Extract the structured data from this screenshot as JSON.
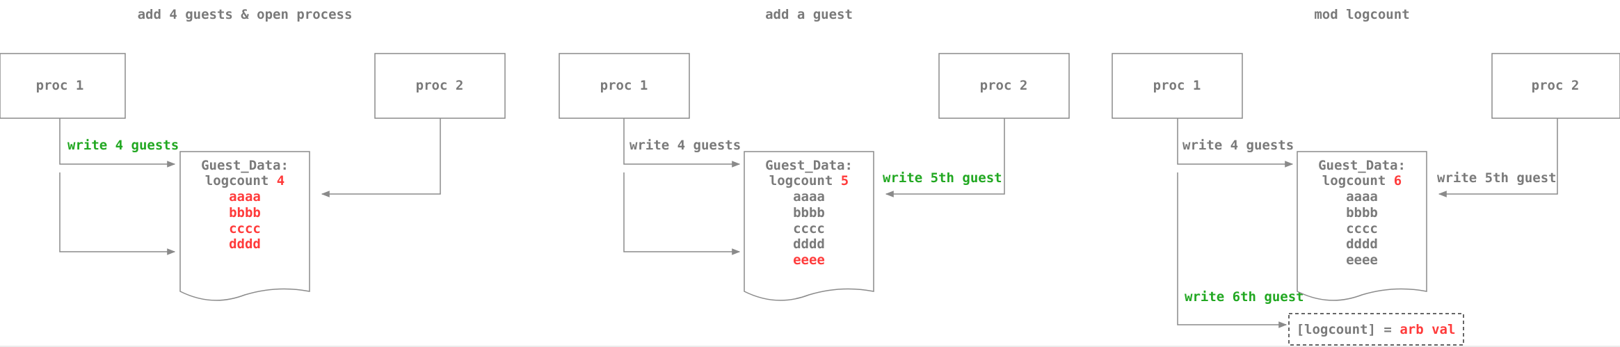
{
  "colors": {
    "gray": "#7a7a7a",
    "green": "#22a822",
    "red": "#ff3b3b",
    "dark": "#333333"
  },
  "panels": [
    {
      "title": "add 4 guests & open process",
      "proc1": "proc 1",
      "proc2": "proc 2",
      "proc1_label": "write 4 guests",
      "proc1_label_color": "green",
      "proc2_label": "",
      "doc_title": "Guest_Data:",
      "logcount_prefix": "logcount ",
      "logcount_value": "4",
      "guests": [
        {
          "text": "aaaa",
          "color": "red"
        },
        {
          "text": "bbbb",
          "color": "red"
        },
        {
          "text": "cccc",
          "color": "red"
        },
        {
          "text": "dddd",
          "color": "red"
        }
      ]
    },
    {
      "title": "add a guest",
      "proc1": "proc 1",
      "proc2": "proc 2",
      "proc1_label": "write 4 guests",
      "proc1_label_color": "gray",
      "proc2_label": "write 5th guest",
      "proc2_label_color": "green",
      "doc_title": "Guest_Data:",
      "logcount_prefix": "logcount ",
      "logcount_value": "5",
      "guests": [
        {
          "text": "aaaa",
          "color": "gray"
        },
        {
          "text": "bbbb",
          "color": "gray"
        },
        {
          "text": "cccc",
          "color": "gray"
        },
        {
          "text": "dddd",
          "color": "gray"
        },
        {
          "text": "eeee",
          "color": "red"
        }
      ]
    },
    {
      "title": "mod logcount",
      "proc1": "proc 1",
      "proc2": "proc 2",
      "proc1_label": "write 4 guests",
      "proc1_label_color": "gray",
      "proc2_label": "write 5th guest",
      "proc2_label_color": "gray",
      "doc_title": "Guest_Data:",
      "logcount_prefix": "logcount ",
      "logcount_value": "6",
      "guests": [
        {
          "text": "aaaa",
          "color": "gray"
        },
        {
          "text": "bbbb",
          "color": "gray"
        },
        {
          "text": "cccc",
          "color": "gray"
        },
        {
          "text": "dddd",
          "color": "gray"
        },
        {
          "text": "eeee",
          "color": "gray"
        }
      ],
      "extra_label": "write 6th guest",
      "extra_label_color": "green",
      "box_prefix": "[logcount] = ",
      "box_value": "arb val"
    }
  ]
}
